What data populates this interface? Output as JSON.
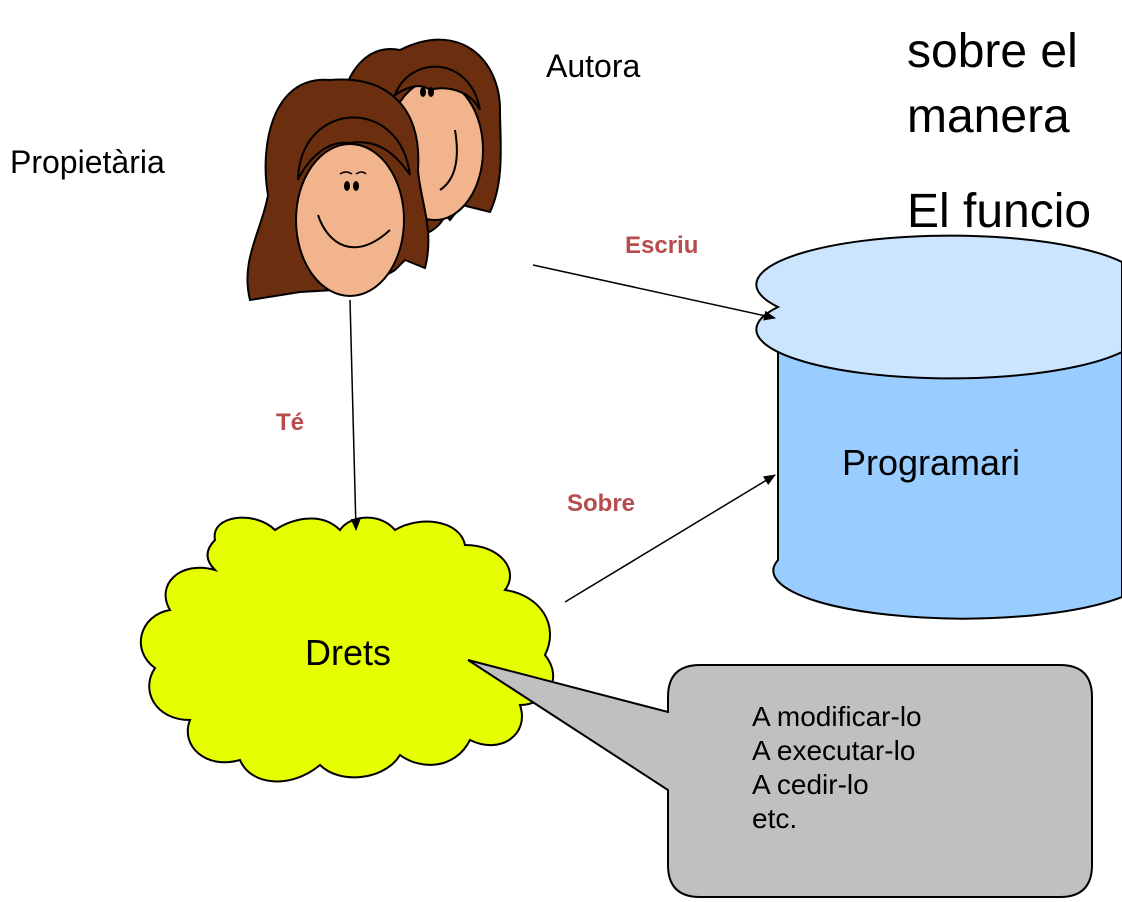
{
  "background_text": {
    "line1": "sobre el",
    "line2": "manera",
    "line3": "El funcio"
  },
  "people": {
    "author_label": "Autora",
    "owner_label": "Propietària"
  },
  "nodes": {
    "software": "Programari",
    "rights": "Drets"
  },
  "edges": {
    "writes": "Escriu",
    "has": "Té",
    "about": "Sobre"
  },
  "callout": {
    "items": [
      "A modificar-lo",
      "A executar-lo",
      "A cedir-lo",
      "etc."
    ]
  },
  "colors": {
    "edge_label": "#b84b4b",
    "cylinder_body": "#99ccff",
    "cylinder_top": "#cce5ff",
    "cloud": "#e6ff00",
    "callout": "#c0c0c0",
    "skin": "#f2b48c",
    "hair": "#6b2e0f"
  }
}
